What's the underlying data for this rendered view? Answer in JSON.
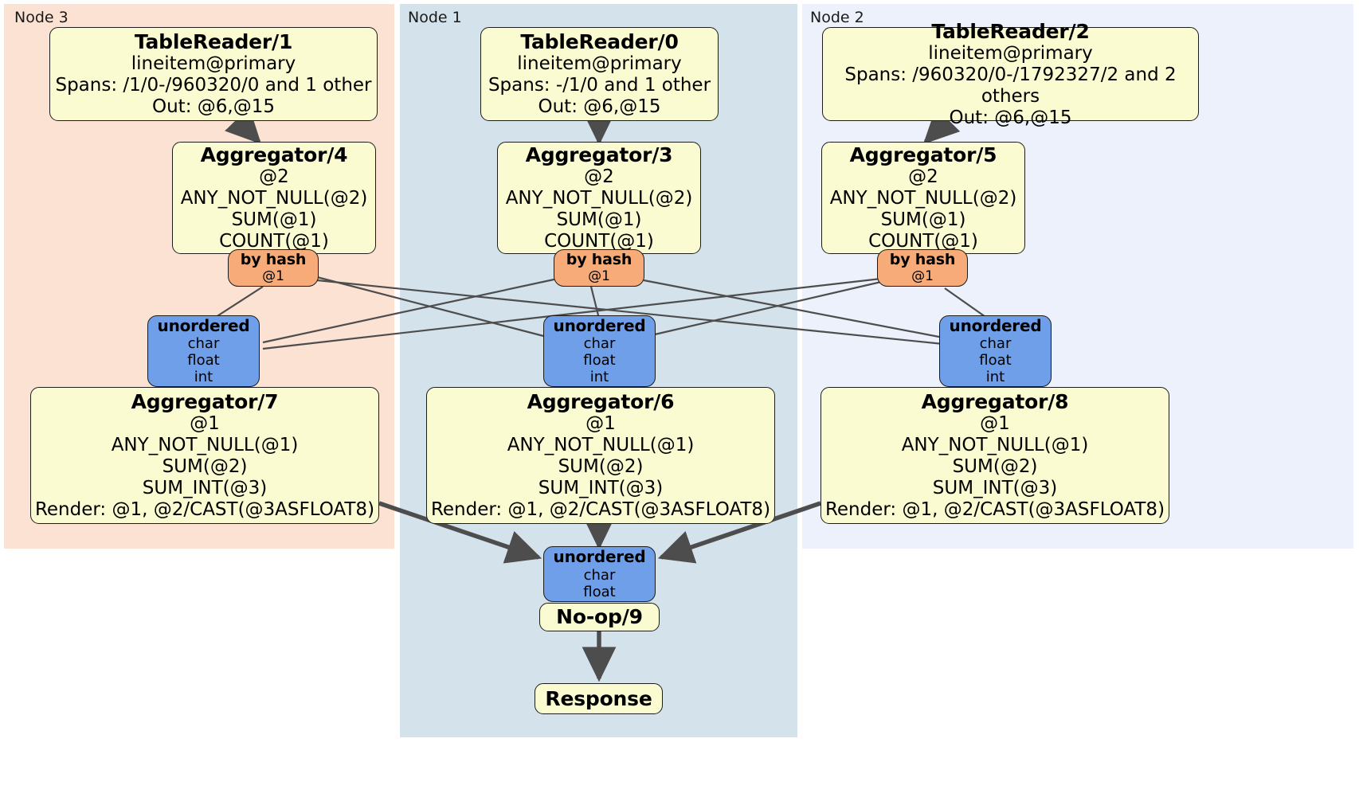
{
  "diagram": {
    "type": "distributed-query-plan",
    "title": "",
    "colors": {
      "node3_panel": "#fbe2d3",
      "node1_panel": "#d4e2ec",
      "node2_panel": "#ecf1fb",
      "processor_box": "#fbfbd1",
      "hash_router": "#f7ab78",
      "sync_node": "#6f9fe8",
      "stroke": "#1c1c1c",
      "edge": "#4d4d4d"
    }
  },
  "regions": [
    {
      "id": "node3",
      "label": "Node 3"
    },
    {
      "id": "node1",
      "label": "Node 1"
    },
    {
      "id": "node2",
      "label": "Node 2"
    }
  ],
  "nodes": {
    "tablereader1": {
      "title": "TableReader/1",
      "lines": [
        "lineitem@primary",
        "Spans: /1/0-/960320/0 and 1 other",
        "Out: @6,@15"
      ]
    },
    "tablereader0": {
      "title": "TableReader/0",
      "lines": [
        "lineitem@primary",
        "Spans: -/1/0 and 1 other",
        "Out: @6,@15"
      ]
    },
    "tablereader2": {
      "title": "TableReader/2",
      "lines": [
        "lineitem@primary",
        "Spans: /960320/0-/1792327/2 and 2 others",
        "Out: @6,@15"
      ]
    },
    "aggregator4": {
      "title": "Aggregator/4",
      "lines": [
        "@2",
        "ANY_NOT_NULL(@2)",
        "SUM(@1)",
        "COUNT(@1)"
      ]
    },
    "aggregator3": {
      "title": "Aggregator/3",
      "lines": [
        "@2",
        "ANY_NOT_NULL(@2)",
        "SUM(@1)",
        "COUNT(@1)"
      ]
    },
    "aggregator5": {
      "title": "Aggregator/5",
      "lines": [
        "@2",
        "ANY_NOT_NULL(@2)",
        "SUM(@1)",
        "COUNT(@1)"
      ]
    },
    "byhash_left": {
      "title": "by hash",
      "lines": [
        "@1"
      ]
    },
    "byhash_mid": {
      "title": "by hash",
      "lines": [
        "@1"
      ]
    },
    "byhash_right": {
      "title": "by hash",
      "lines": [
        "@1"
      ]
    },
    "unordered_left": {
      "title": "unordered",
      "lines": [
        "char",
        "float",
        "int"
      ]
    },
    "unordered_mid": {
      "title": "unordered",
      "lines": [
        "char",
        "float",
        "int"
      ]
    },
    "unordered_right": {
      "title": "unordered",
      "lines": [
        "char",
        "float",
        "int"
      ]
    },
    "aggregator7": {
      "title": "Aggregator/7",
      "lines": [
        "@1",
        "ANY_NOT_NULL(@1)",
        "SUM(@2)",
        "SUM_INT(@3)",
        "Render: @1, @2/CAST(@3ASFLOAT8)"
      ]
    },
    "aggregator6": {
      "title": "Aggregator/6",
      "lines": [
        "@1",
        "ANY_NOT_NULL(@1)",
        "SUM(@2)",
        "SUM_INT(@3)",
        "Render: @1, @2/CAST(@3ASFLOAT8)"
      ]
    },
    "aggregator8": {
      "title": "Aggregator/8",
      "lines": [
        "@1",
        "ANY_NOT_NULL(@1)",
        "SUM(@2)",
        "SUM_INT(@3)",
        "Render: @1, @2/CAST(@3ASFLOAT8)"
      ]
    },
    "unordered_final": {
      "title": "unordered",
      "lines": [
        "char",
        "float"
      ]
    },
    "noop9": {
      "title": "No-op/9",
      "lines": []
    },
    "response": {
      "title": "Response",
      "lines": []
    }
  }
}
